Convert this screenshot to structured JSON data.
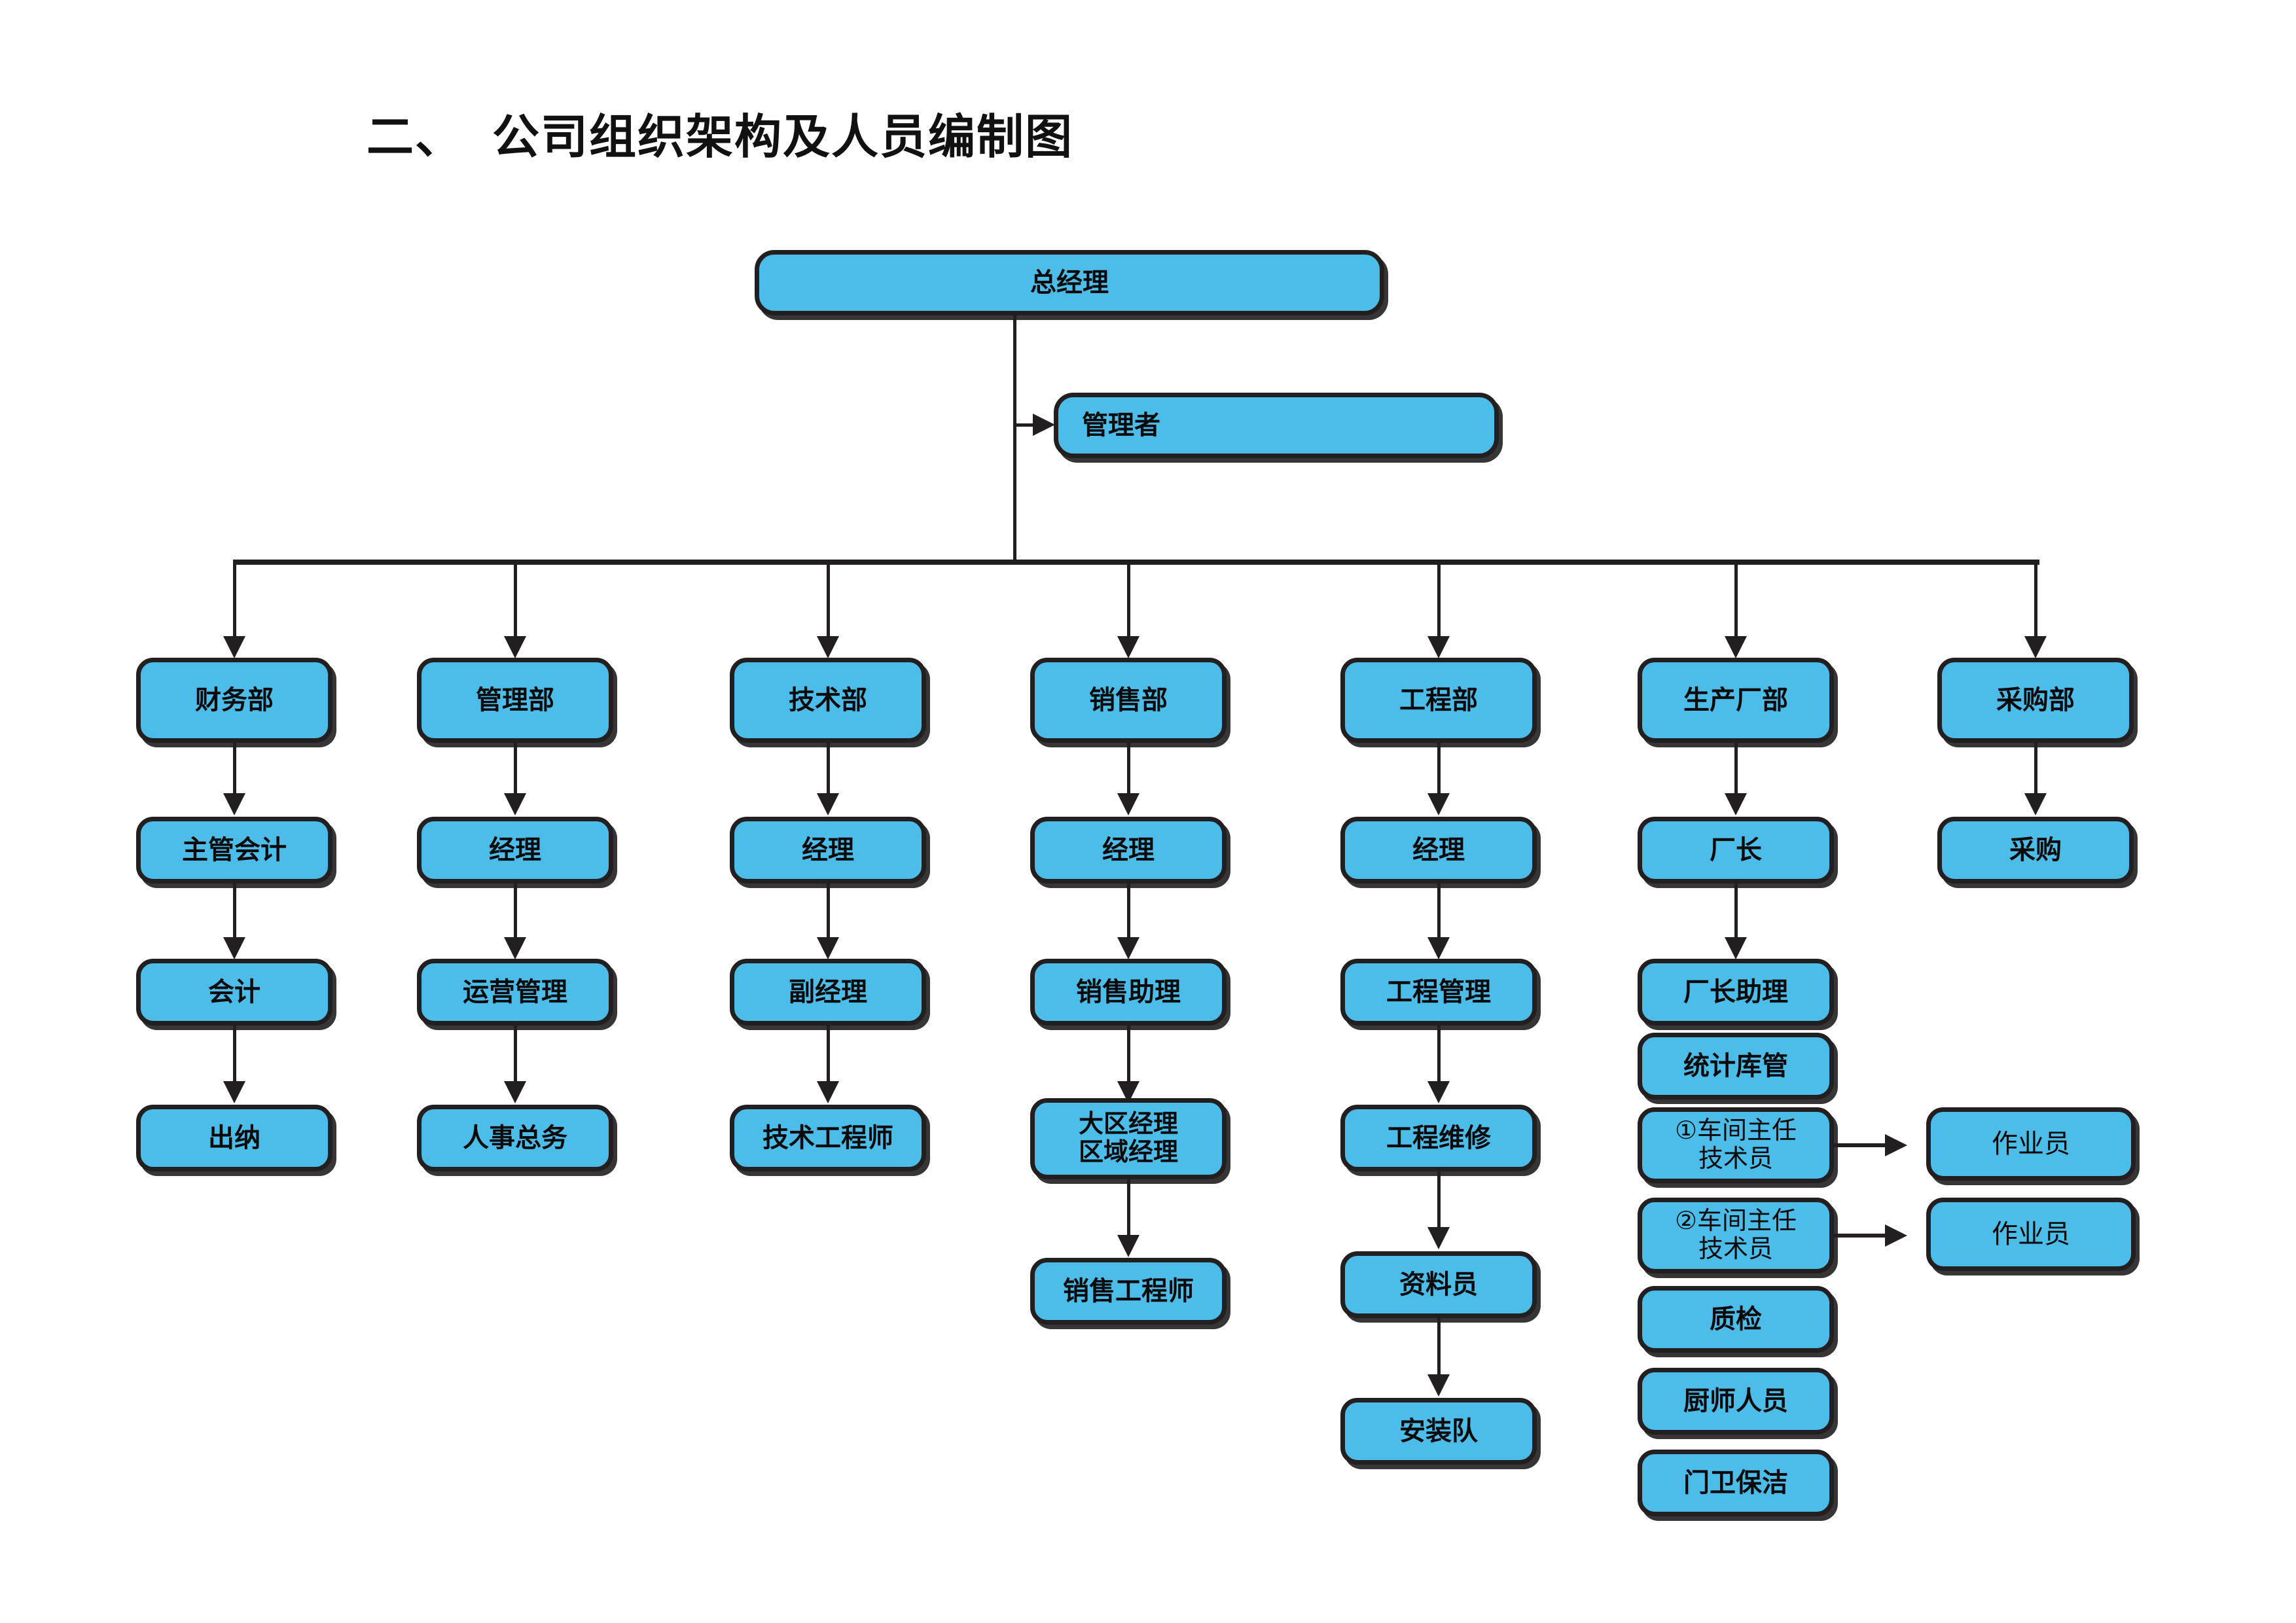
{
  "title": "二、  公司组织架构及人员编制图",
  "theme": {
    "box_fill": "#4cbce8",
    "box_border": "#231f20",
    "text": "#0a0a0a",
    "page_bg": "#ffffff"
  },
  "top": {
    "general_manager": "总经理",
    "manager": "管理者"
  },
  "columns": [
    {
      "department": "财务部",
      "nodes": [
        "主管会计",
        "会计",
        "出纳"
      ]
    },
    {
      "department": "管理部",
      "nodes": [
        "经理",
        "运营管理",
        "人事总务"
      ]
    },
    {
      "department": "技术部",
      "nodes": [
        "经理",
        "副经理",
        "技术工程师"
      ]
    },
    {
      "department": "销售部",
      "nodes": [
        "经理",
        "销售助理",
        "大区经理",
        "区域经理",
        "销售工程师"
      ]
    },
    {
      "department": "工程部",
      "nodes": [
        "经理",
        "工程管理",
        "工程维修",
        "资料员",
        "安装队"
      ]
    },
    {
      "department": "生产厂部",
      "nodes": [
        "厂长",
        "厂长助理",
        "统计库管",
        "①车间主任",
        "技术员",
        "②车间主任",
        "技术员",
        "质检",
        "厨师人员",
        "门卫保洁"
      ]
    },
    {
      "department": "采购部",
      "nodes": [
        "采购"
      ]
    }
  ],
  "operators": {
    "first": "作业员",
    "second": "作业员"
  }
}
